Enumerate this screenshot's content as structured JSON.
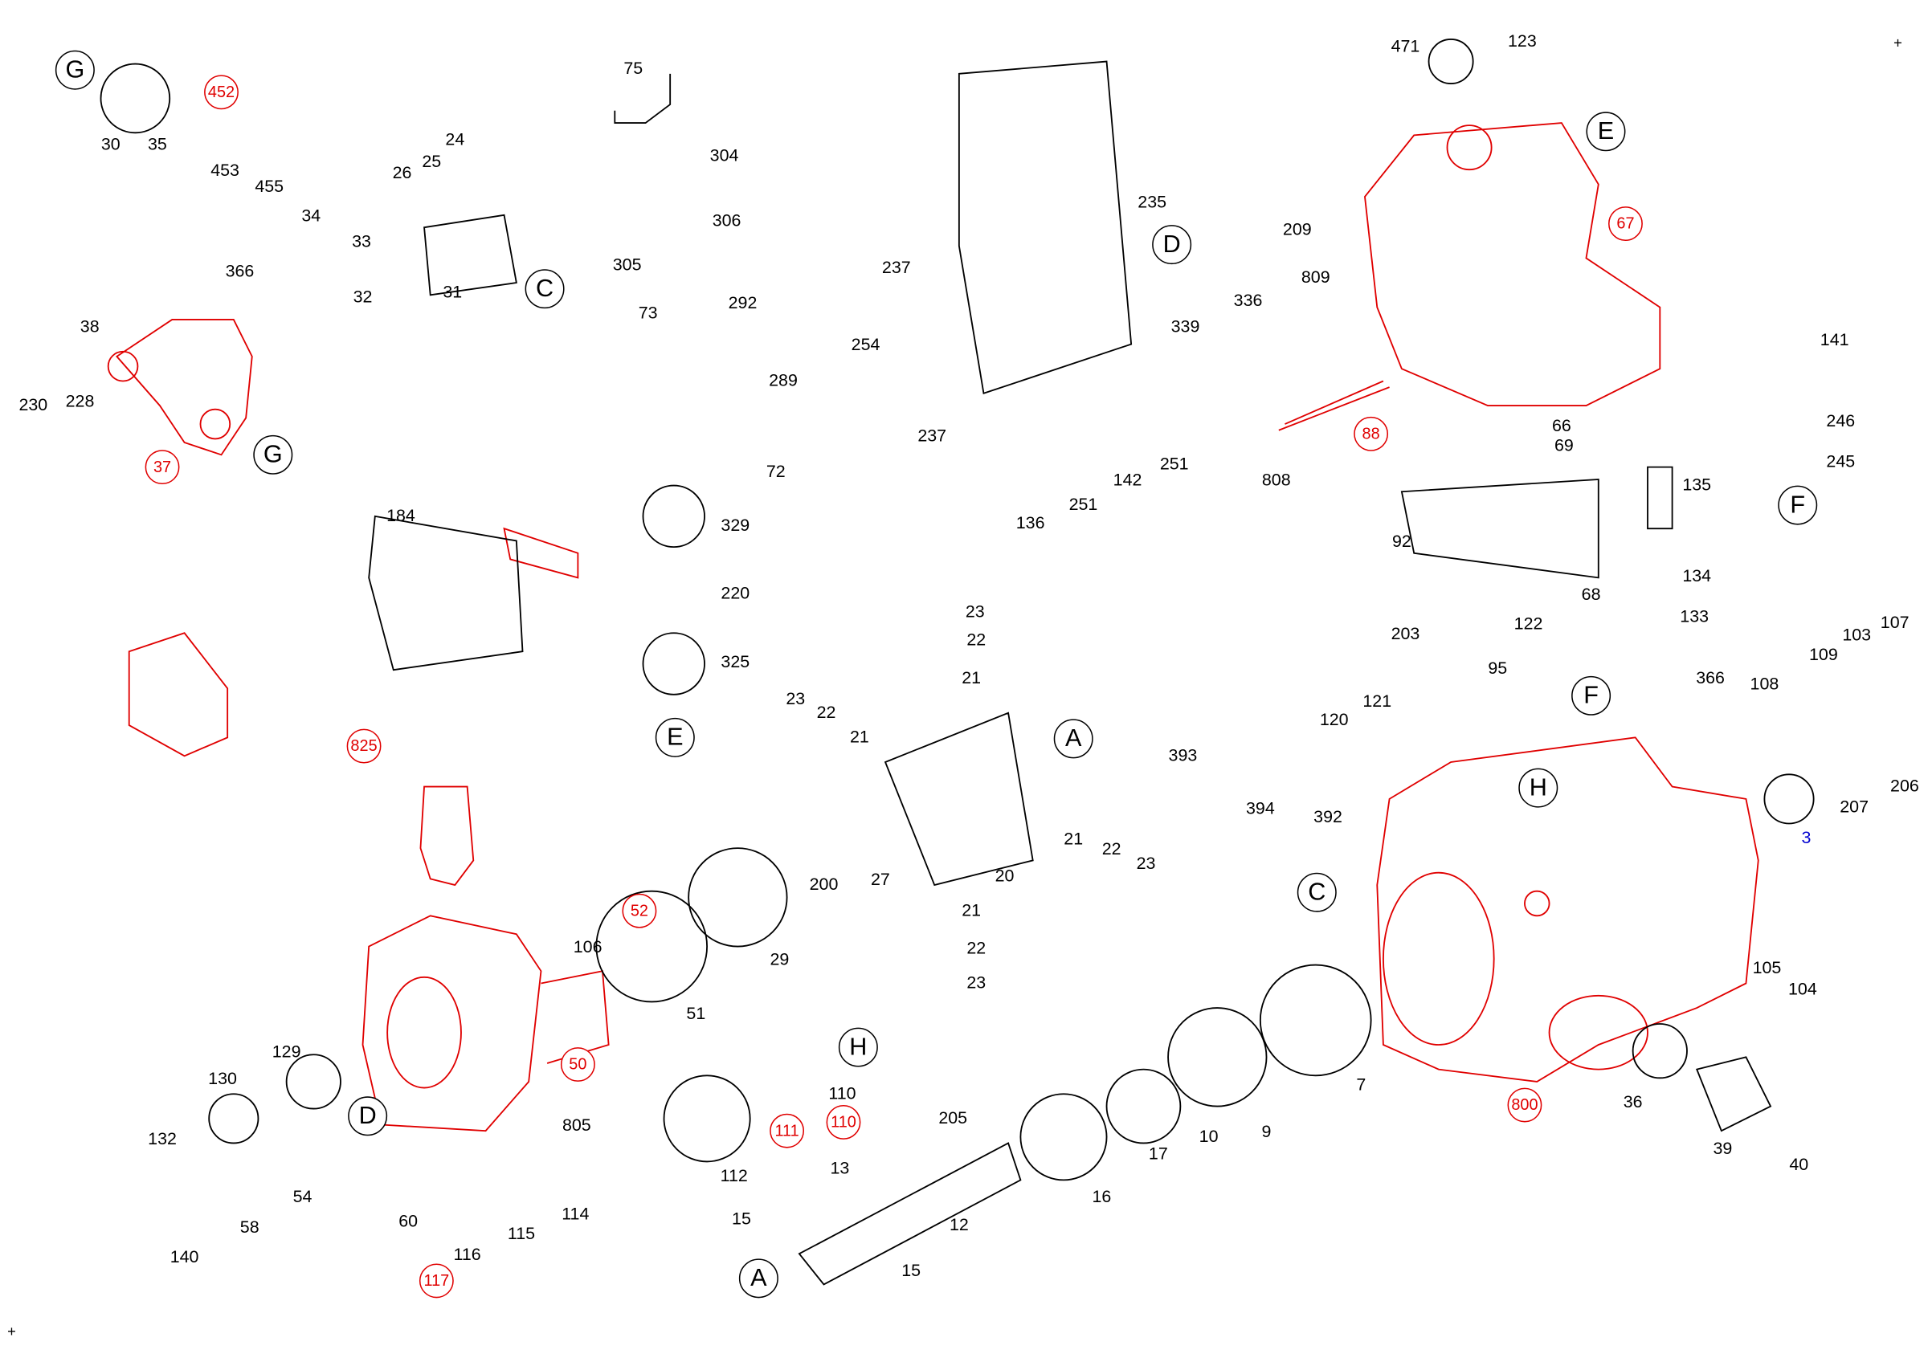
{
  "corner_marks": [
    "+",
    "+"
  ],
  "colors": {
    "standard": "#000000",
    "highlighted": "#e00000",
    "reference": "#0000d0"
  },
  "callouts": [
    {
      "text": "30",
      "color": "black"
    },
    {
      "text": "35",
      "color": "black"
    },
    {
      "text": "453",
      "color": "black"
    },
    {
      "text": "455",
      "color": "black"
    },
    {
      "text": "34",
      "color": "black"
    },
    {
      "text": "33",
      "color": "black"
    },
    {
      "text": "26",
      "color": "black"
    },
    {
      "text": "25",
      "color": "black"
    },
    {
      "text": "24",
      "color": "black"
    },
    {
      "text": "32",
      "color": "black"
    },
    {
      "text": "31",
      "color": "black"
    },
    {
      "text": "366",
      "color": "black"
    },
    {
      "text": "38",
      "color": "black"
    },
    {
      "text": "230",
      "color": "black"
    },
    {
      "text": "228",
      "color": "black"
    },
    {
      "text": "75",
      "color": "black"
    },
    {
      "text": "304",
      "color": "black"
    },
    {
      "text": "306",
      "color": "black"
    },
    {
      "text": "305",
      "color": "black"
    },
    {
      "text": "73",
      "color": "black"
    },
    {
      "text": "292",
      "color": "black"
    },
    {
      "text": "289",
      "color": "black"
    },
    {
      "text": "72",
      "color": "black"
    },
    {
      "text": "329",
      "color": "black"
    },
    {
      "text": "220",
      "color": "black"
    },
    {
      "text": "325",
      "color": "black"
    },
    {
      "text": "184",
      "color": "black"
    },
    {
      "text": "235",
      "color": "black"
    },
    {
      "text": "237",
      "color": "black"
    },
    {
      "text": "254",
      "color": "black"
    },
    {
      "text": "237",
      "color": "black"
    },
    {
      "text": "339",
      "color": "black"
    },
    {
      "text": "336",
      "color": "black"
    },
    {
      "text": "809",
      "color": "black"
    },
    {
      "text": "251",
      "color": "black"
    },
    {
      "text": "142",
      "color": "black"
    },
    {
      "text": "251",
      "color": "black"
    },
    {
      "text": "136",
      "color": "black"
    },
    {
      "text": "808",
      "color": "black"
    },
    {
      "text": "471",
      "color": "black"
    },
    {
      "text": "123",
      "color": "black"
    },
    {
      "text": "209",
      "color": "black"
    },
    {
      "text": "66",
      "color": "black"
    },
    {
      "text": "69",
      "color": "black"
    },
    {
      "text": "92",
      "color": "black"
    },
    {
      "text": "68",
      "color": "black"
    },
    {
      "text": "135",
      "color": "black"
    },
    {
      "text": "134",
      "color": "black"
    },
    {
      "text": "133",
      "color": "black"
    },
    {
      "text": "141",
      "color": "black"
    },
    {
      "text": "246",
      "color": "black"
    },
    {
      "text": "245",
      "color": "black"
    },
    {
      "text": "122",
      "color": "black"
    },
    {
      "text": "95",
      "color": "black"
    },
    {
      "text": "203",
      "color": "black"
    },
    {
      "text": "121",
      "color": "black"
    },
    {
      "text": "120",
      "color": "black"
    },
    {
      "text": "366",
      "color": "black"
    },
    {
      "text": "108",
      "color": "black"
    },
    {
      "text": "109",
      "color": "black"
    },
    {
      "text": "103",
      "color": "black"
    },
    {
      "text": "107",
      "color": "black"
    },
    {
      "text": "393",
      "color": "black"
    },
    {
      "text": "394",
      "color": "black"
    },
    {
      "text": "392",
      "color": "black"
    },
    {
      "text": "207",
      "color": "black"
    },
    {
      "text": "206",
      "color": "black"
    },
    {
      "text": "23",
      "color": "black"
    },
    {
      "text": "22",
      "color": "black"
    },
    {
      "text": "21",
      "color": "black"
    },
    {
      "text": "23",
      "color": "black"
    },
    {
      "text": "22",
      "color": "black"
    },
    {
      "text": "21",
      "color": "black"
    },
    {
      "text": "21",
      "color": "black"
    },
    {
      "text": "22",
      "color": "black"
    },
    {
      "text": "23",
      "color": "black"
    },
    {
      "text": "20",
      "color": "black"
    },
    {
      "text": "27",
      "color": "black"
    },
    {
      "text": "200",
      "color": "black"
    },
    {
      "text": "29",
      "color": "black"
    },
    {
      "text": "21",
      "color": "black"
    },
    {
      "text": "22",
      "color": "black"
    },
    {
      "text": "23",
      "color": "black"
    },
    {
      "text": "106",
      "color": "black"
    },
    {
      "text": "51",
      "color": "black"
    },
    {
      "text": "129",
      "color": "black"
    },
    {
      "text": "130",
      "color": "black"
    },
    {
      "text": "132",
      "color": "black"
    },
    {
      "text": "54",
      "color": "black"
    },
    {
      "text": "58",
      "color": "black"
    },
    {
      "text": "140",
      "color": "black"
    },
    {
      "text": "60",
      "color": "black"
    },
    {
      "text": "116",
      "color": "black"
    },
    {
      "text": "115",
      "color": "black"
    },
    {
      "text": "114",
      "color": "black"
    },
    {
      "text": "805",
      "color": "black"
    },
    {
      "text": "112",
      "color": "black"
    },
    {
      "text": "110",
      "color": "black"
    },
    {
      "text": "205",
      "color": "black"
    },
    {
      "text": "13",
      "color": "black"
    },
    {
      "text": "15",
      "color": "black"
    },
    {
      "text": "12",
      "color": "black"
    },
    {
      "text": "15",
      "color": "black"
    },
    {
      "text": "16",
      "color": "black"
    },
    {
      "text": "17",
      "color": "black"
    },
    {
      "text": "10",
      "color": "black"
    },
    {
      "text": "9",
      "color": "black"
    },
    {
      "text": "7",
      "color": "black"
    },
    {
      "text": "105",
      "color": "black"
    },
    {
      "text": "104",
      "color": "black"
    },
    {
      "text": "36",
      "color": "black"
    },
    {
      "text": "39",
      "color": "black"
    },
    {
      "text": "40",
      "color": "black"
    },
    {
      "text": "452",
      "color": "red"
    },
    {
      "text": "37",
      "color": "red"
    },
    {
      "text": "825",
      "color": "red"
    },
    {
      "text": "52",
      "color": "red"
    },
    {
      "text": "50",
      "color": "red"
    },
    {
      "text": "111",
      "color": "red"
    },
    {
      "text": "110",
      "color": "red"
    },
    {
      "text": "117",
      "color": "red"
    },
    {
      "text": "67",
      "color": "red"
    },
    {
      "text": "88",
      "color": "red"
    },
    {
      "text": "800",
      "color": "red"
    },
    {
      "text": "3",
      "color": "blue"
    }
  ],
  "reference_letters": [
    "G",
    "C",
    "G",
    "E",
    "D",
    "E",
    "A",
    "F",
    "H",
    "C",
    "F",
    "H",
    "D",
    "A"
  ]
}
